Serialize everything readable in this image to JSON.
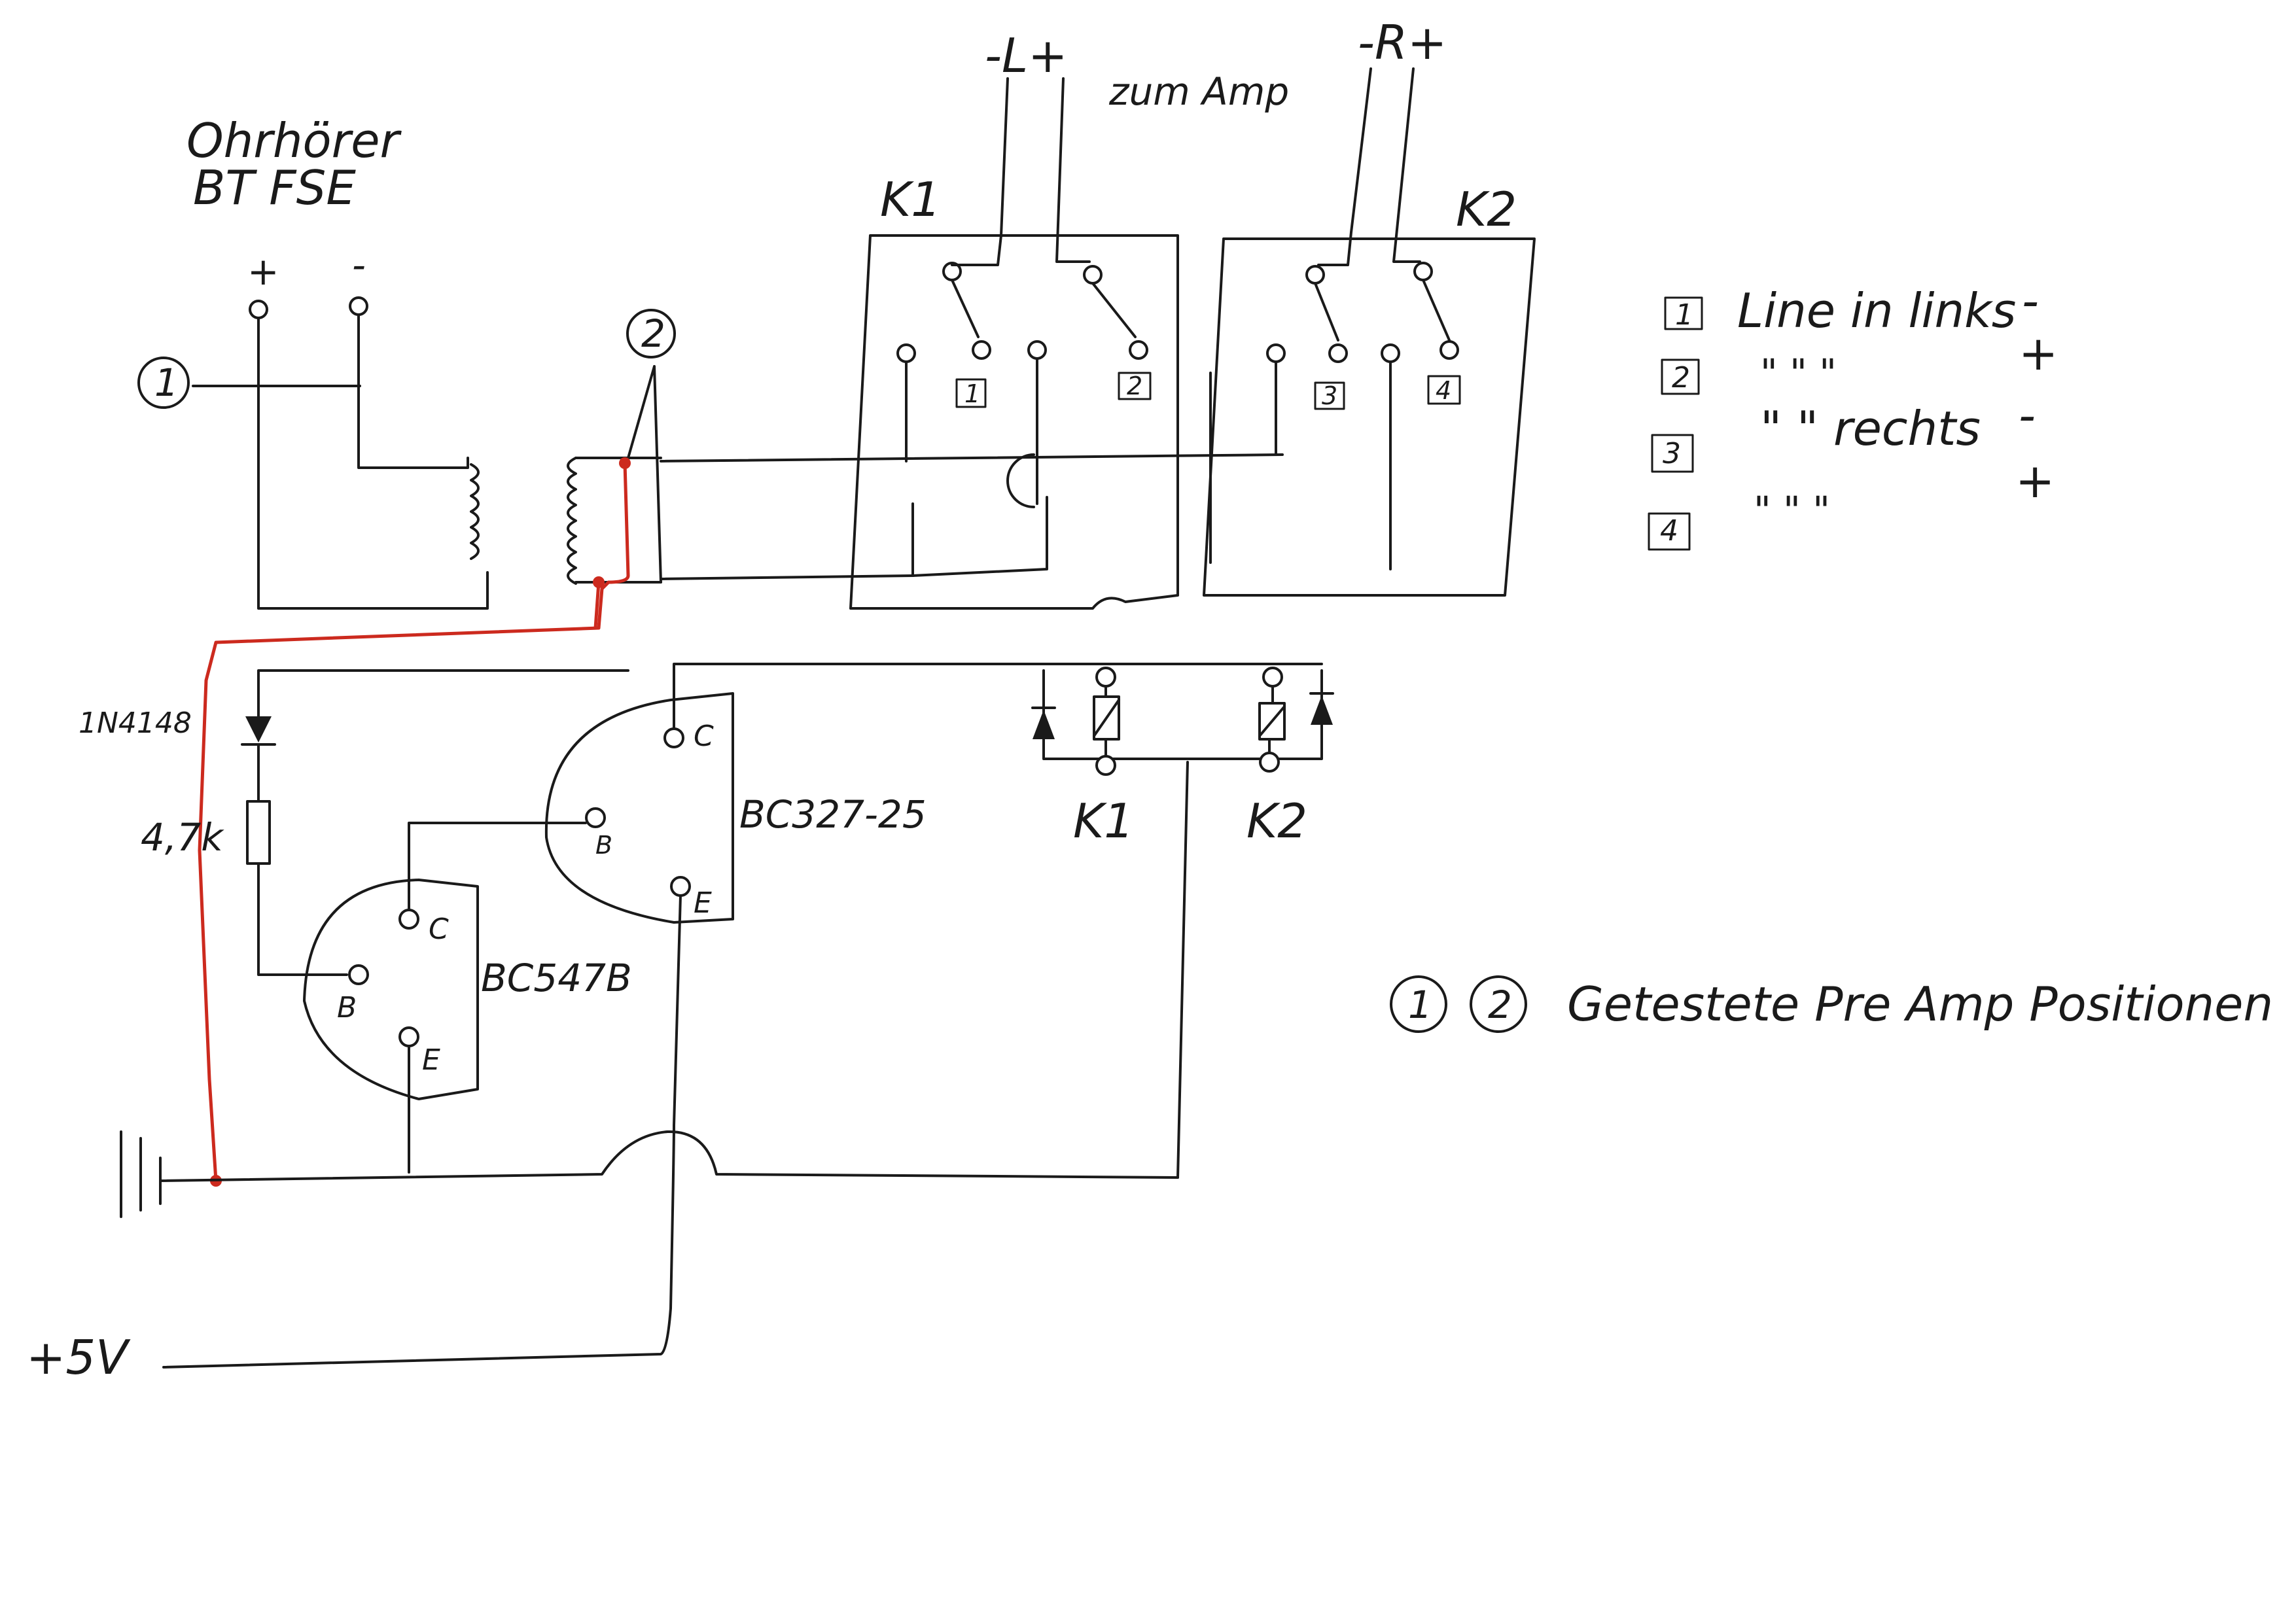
{
  "source": {
    "line1": "Ohrhörer",
    "line2": "BT FSE",
    "plus": "+",
    "minus": "-"
  },
  "amp": {
    "left": "-L+",
    "right": "-R+",
    "label": "zum Amp"
  },
  "relays": {
    "k1": "K1",
    "k2": "K2"
  },
  "contacts": [
    "1",
    "2",
    "3",
    "4"
  ],
  "positions": {
    "p1": "1",
    "p2": "2"
  },
  "components": {
    "diode": "1N4148",
    "resistor": "4,7k",
    "t1": "BC547B",
    "t2": "BC327-25",
    "pins": {
      "c": "C",
      "b": "B",
      "e": "E"
    }
  },
  "supply": {
    "vcc": "+5V"
  },
  "legend": [
    {
      "num": "1",
      "text": "Line in links",
      "sign": "-"
    },
    {
      "num": "2",
      "text": "\"  \"  \"",
      "sign": "+"
    },
    {
      "num": "3",
      "text": "\"  \"  rechts",
      "sign": "-"
    },
    {
      "num": "4",
      "text": "\"  \"  \"",
      "sign": "+"
    }
  ],
  "note": {
    "num1": "1",
    "num2": "2",
    "text": "Getestete Pre Amp Positionen"
  },
  "colors": {
    "ink": "#1a1a1a",
    "red_wire": "#cc2a1e",
    "paper": "#ffffff"
  }
}
